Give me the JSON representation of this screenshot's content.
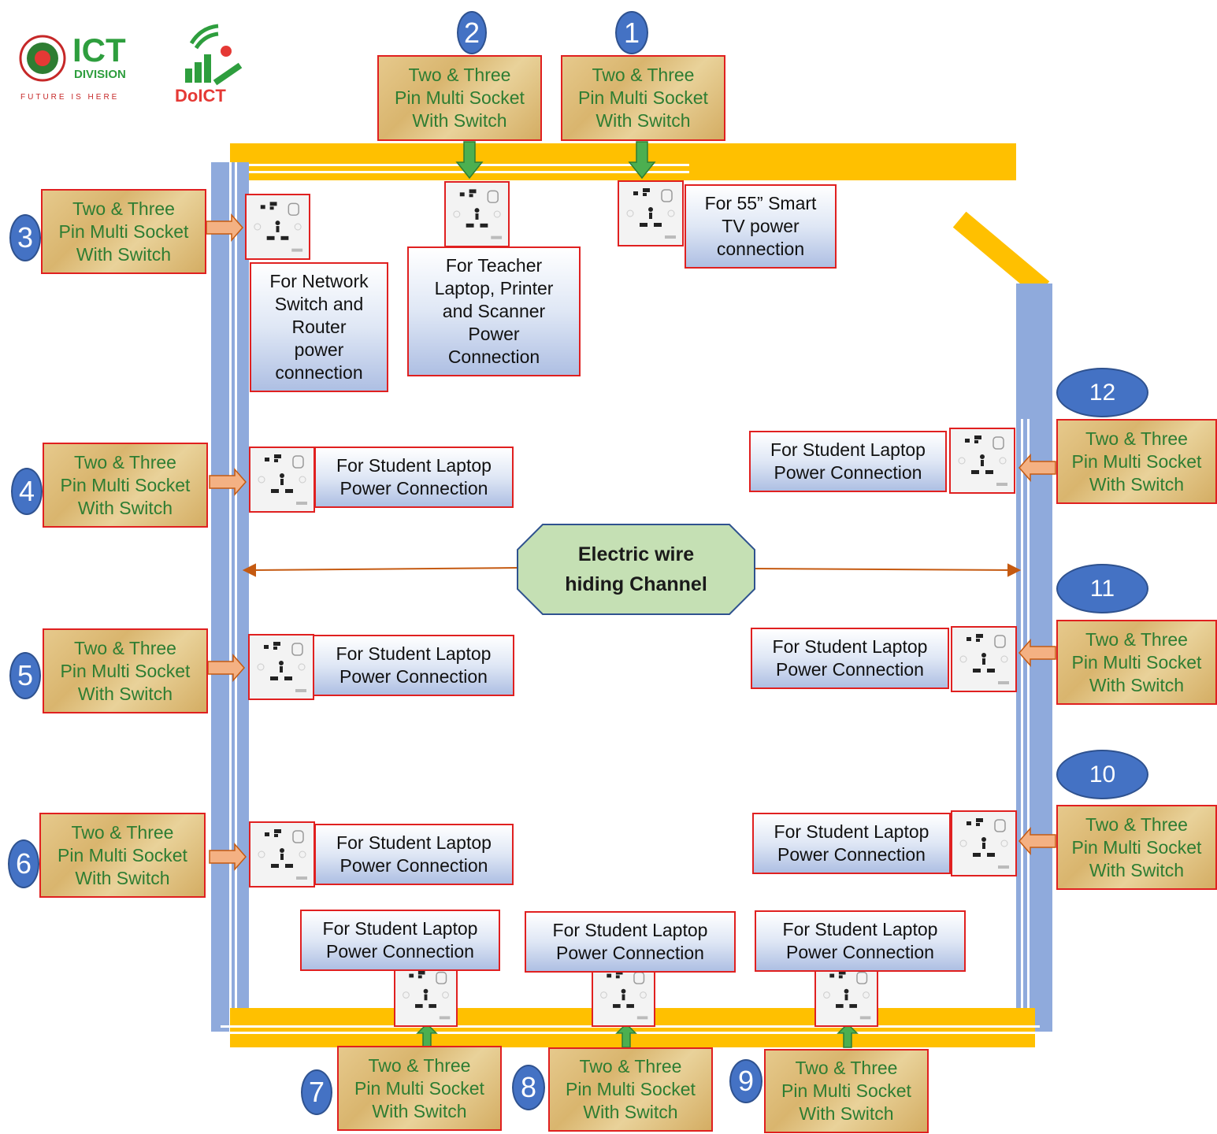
{
  "logos": {
    "ict_main": "ICT",
    "ict_sub": "DIVISION",
    "ict_tagline": "FUTURE IS HERE",
    "doict": "DoICT"
  },
  "socket_label": "Two & Three\nPin Multi Socket\nWith Switch",
  "sockets": [
    {
      "num": "1"
    },
    {
      "num": "2"
    },
    {
      "num": "3"
    },
    {
      "num": "4"
    },
    {
      "num": "5"
    },
    {
      "num": "6"
    },
    {
      "num": "7"
    },
    {
      "num": "8"
    },
    {
      "num": "9"
    },
    {
      "num": "10"
    },
    {
      "num": "11"
    },
    {
      "num": "12"
    }
  ],
  "purposes": {
    "tv": "For 55” Smart\nTV power\nconnection",
    "teacher": "For Teacher\nLaptop, Printer\nand Scanner\nPower\nConnection",
    "network": "For Network\nSwitch and\nRouter\npower\nconnection",
    "student": "For Student Laptop\nPower Connection"
  },
  "center_label": "Electric wire\nhiding  Channel",
  "colors": {
    "blue_channel": "#8faadc",
    "yellow_channel": "#ffc000",
    "number_badge": "#4472c4",
    "border_red": "#e02020",
    "text_green": "#2e7d32",
    "hub_fill": "#c5e0b4",
    "arrow_orange": "#f4b183",
    "arrow_green": "#4caf50"
  }
}
